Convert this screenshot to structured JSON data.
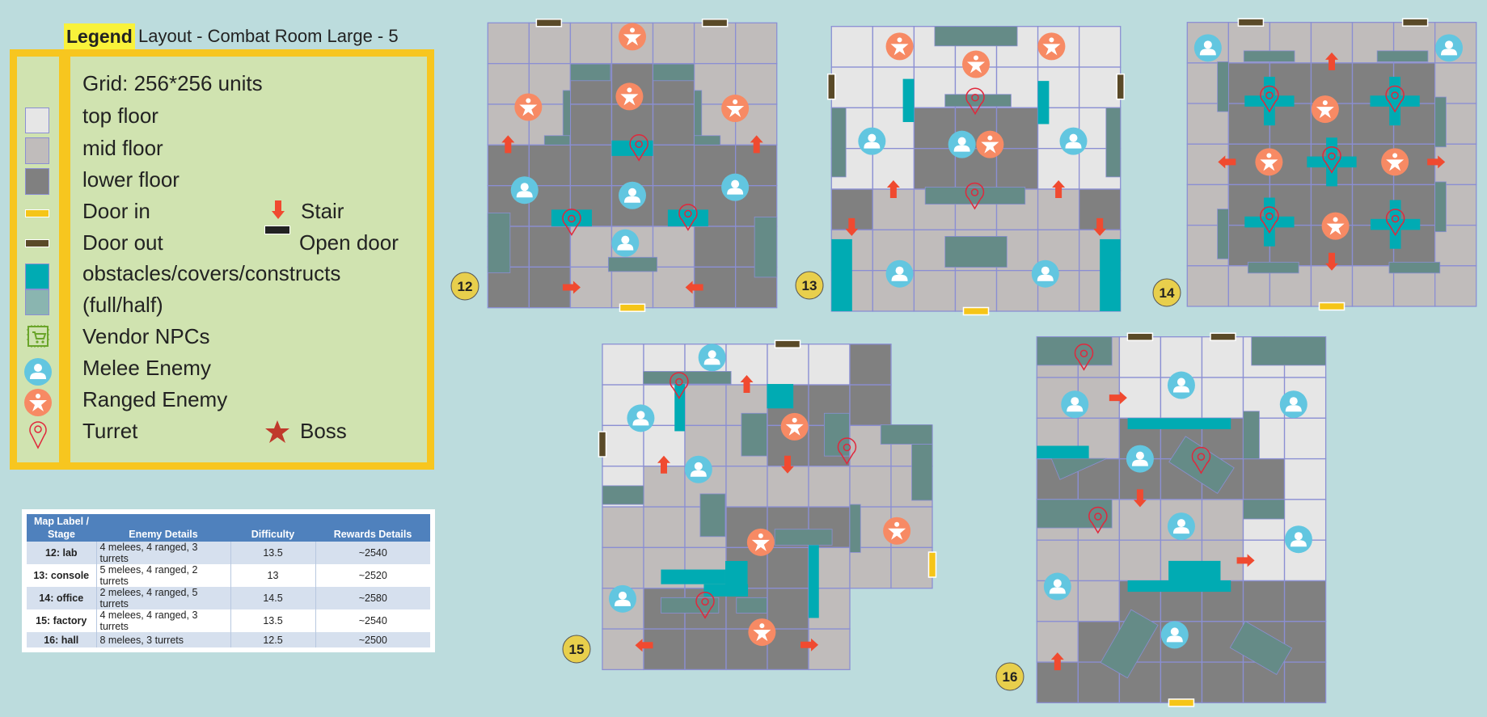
{
  "header": {
    "legend_tag": "Legend",
    "title": "Layout - Combat Room Large - 5"
  },
  "legend": {
    "grid": "Grid: 256*256 units",
    "top_floor": "top floor",
    "mid_floor": "mid floor",
    "lower_floor": "lower floor",
    "door_in": "Door in",
    "door_out": "Door out",
    "obstacles": "obstacles/covers/constructs",
    "full_half": "(full/half)",
    "vendor": "Vendor NPCs",
    "melee": "Melee Enemy",
    "ranged": "Ranged Enemy",
    "turret": "Turret",
    "stair": "Stair",
    "open_door": "Open door",
    "boss": "Boss"
  },
  "colors": {
    "top_floor": "#e6e6e6",
    "mid_floor": "#c0bcbb",
    "lower_floor": "#808080",
    "door_in": "#f5c518",
    "door_out": "#5a4a28",
    "full_cover": "#00abb3",
    "half_cover": "#658b87",
    "melee": "#62c6e0",
    "ranged": "#f78a64",
    "turret": "#e0283c",
    "stair": "#f04a30",
    "boss": "#c0392b"
  },
  "table": {
    "headers": [
      "Map Label / Stage",
      "Enemy Details",
      "Difficulty",
      "Rewards Details"
    ],
    "header_line1": "Map Label /",
    "header_line2": "Stage",
    "rows": [
      {
        "stage": "12: lab",
        "enemies": "4 melees, 4 ranged, 3 turrets",
        "difficulty": "13.5",
        "rewards": "~2540"
      },
      {
        "stage": "13: console",
        "enemies": "5 melees, 4 ranged, 2 turrets",
        "difficulty": "13",
        "rewards": "~2520"
      },
      {
        "stage": "14: office",
        "enemies": "2 melees, 4 ranged, 5 turrets",
        "difficulty": "14.5",
        "rewards": "~2580"
      },
      {
        "stage": "15: factory",
        "enemies": "4 melees, 4 ranged, 3 turrets",
        "difficulty": "13.5",
        "rewards": "~2540"
      },
      {
        "stage": "16: hall",
        "enemies": "8 melees, 3 turrets",
        "difficulty": "12.5",
        "rewards": "~2500"
      }
    ]
  },
  "maps": [
    {
      "label": "12"
    },
    {
      "label": "13"
    },
    {
      "label": "14"
    },
    {
      "label": "15"
    },
    {
      "label": "16"
    }
  ]
}
